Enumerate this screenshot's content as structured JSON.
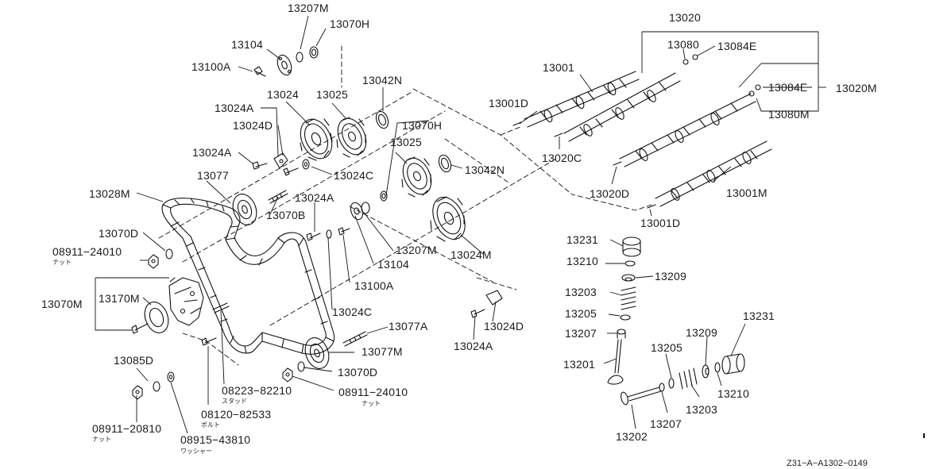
{
  "labels": {
    "p13207M_top": "13207M",
    "p13070H_top": "13070H",
    "p13104_top": "13104",
    "p13100A_top": "13100A",
    "p13024": "13024",
    "p13025_top": "13025",
    "p13042N_top": "13042N",
    "p13024A_1": "13024A",
    "p13024D_1": "13024D",
    "p13070H_mid": "13070H",
    "p13024A_2": "13024A",
    "p13025_mid": "13025",
    "p13042N_mid": "13042N",
    "p13024C_1": "13024C",
    "p13077": "13077",
    "p13028M": "13028M",
    "p13024A_3": "13024A",
    "p13070B": "13070B",
    "p13070D_left": "13070D",
    "p08911_24010_left": "08911−24010",
    "p13207M_mid": "13207M",
    "p13024M": "13024M",
    "p13104_mid": "13104",
    "p13100A_mid": "13100A",
    "p13070M": "13070M",
    "p13170M": "13170M",
    "p13024C_2": "13024C",
    "p13024D_2": "13024D",
    "p13024A_4": "13024A",
    "p13077A": "13077A",
    "p13077M": "13077M",
    "p13070D_bottom": "13070D",
    "p08911_24010_bottom": "08911−24010",
    "p13085D": "13085D",
    "p08223_82210": "08223−82210",
    "p08120_82533": "08120−82533",
    "p08911_20810": "08911−20810",
    "p08915_43810": "08915−43810",
    "p13020": "13020",
    "p13080_top": "13080",
    "p13084E_top": "13084E",
    "p13001": "13001",
    "p13001D_top": "13001D",
    "p13084E_right": "13084E",
    "p13020M": "13020M",
    "p13080M": "13080M",
    "p13020C": "13020C",
    "p13020D": "13020D",
    "p13001M": "13001M",
    "p13001D_bottom": "13001D",
    "p13231_left": "13231",
    "p13210_left": "13210",
    "p13209_left": "13209",
    "p13203_left": "13203",
    "p13205_left": "13205",
    "p13207_left": "13207",
    "p13201": "13201",
    "p13231_right": "13231",
    "p13209_right": "13209",
    "p13205_right": "13205",
    "p13210_right": "13210",
    "p13203_right": "13203",
    "p13207_right": "13207",
    "p13202": "13202"
  },
  "sublabels": {
    "nut_left": "ナット",
    "nut_bottom": "ナット",
    "stud": "スタッド",
    "bolt": "ボルト",
    "nut_2": "ナット",
    "washer": "ワッシャー"
  },
  "reference_code": "Z31−A−A1302−0149"
}
